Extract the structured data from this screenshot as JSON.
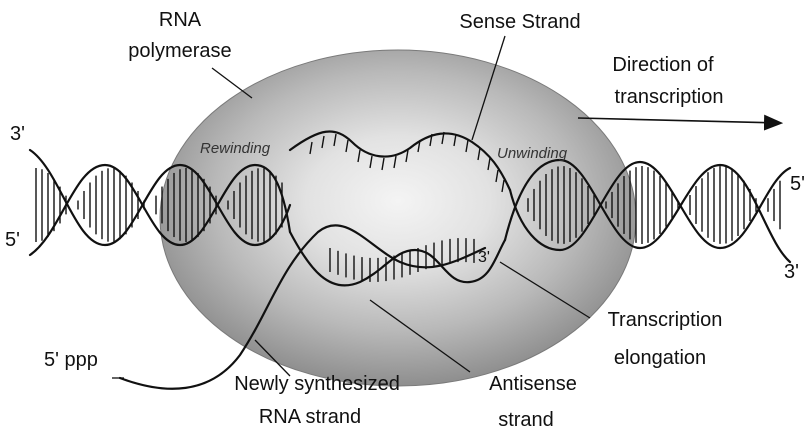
{
  "labels": {
    "rna_polymerase_line1": "RNA",
    "rna_polymerase_line2": "polymerase",
    "sense_strand": "Sense Strand",
    "direction_line1": "Direction of",
    "direction_line2": "transcription",
    "rewinding": "Rewinding",
    "unwinding": "Unwinding",
    "left_top_end": "3'",
    "left_bottom_end": "5'",
    "right_top_end": "5'",
    "right_bottom_end": "3'",
    "rna_3_end": "3'",
    "rna_5_end": "5' ppp",
    "transcription_elongation_line1": "Transcription",
    "transcription_elongation_line2": "elongation",
    "new_rna_line1": "Newly synthesized",
    "new_rna_line2": "RNA strand",
    "antisense_line1": "Antisense",
    "antisense_line2": "strand"
  },
  "colors": {
    "ink": "#111111",
    "polymerase_fill": "#9a9a9a",
    "polymerase_center": "#f2f2f2"
  }
}
